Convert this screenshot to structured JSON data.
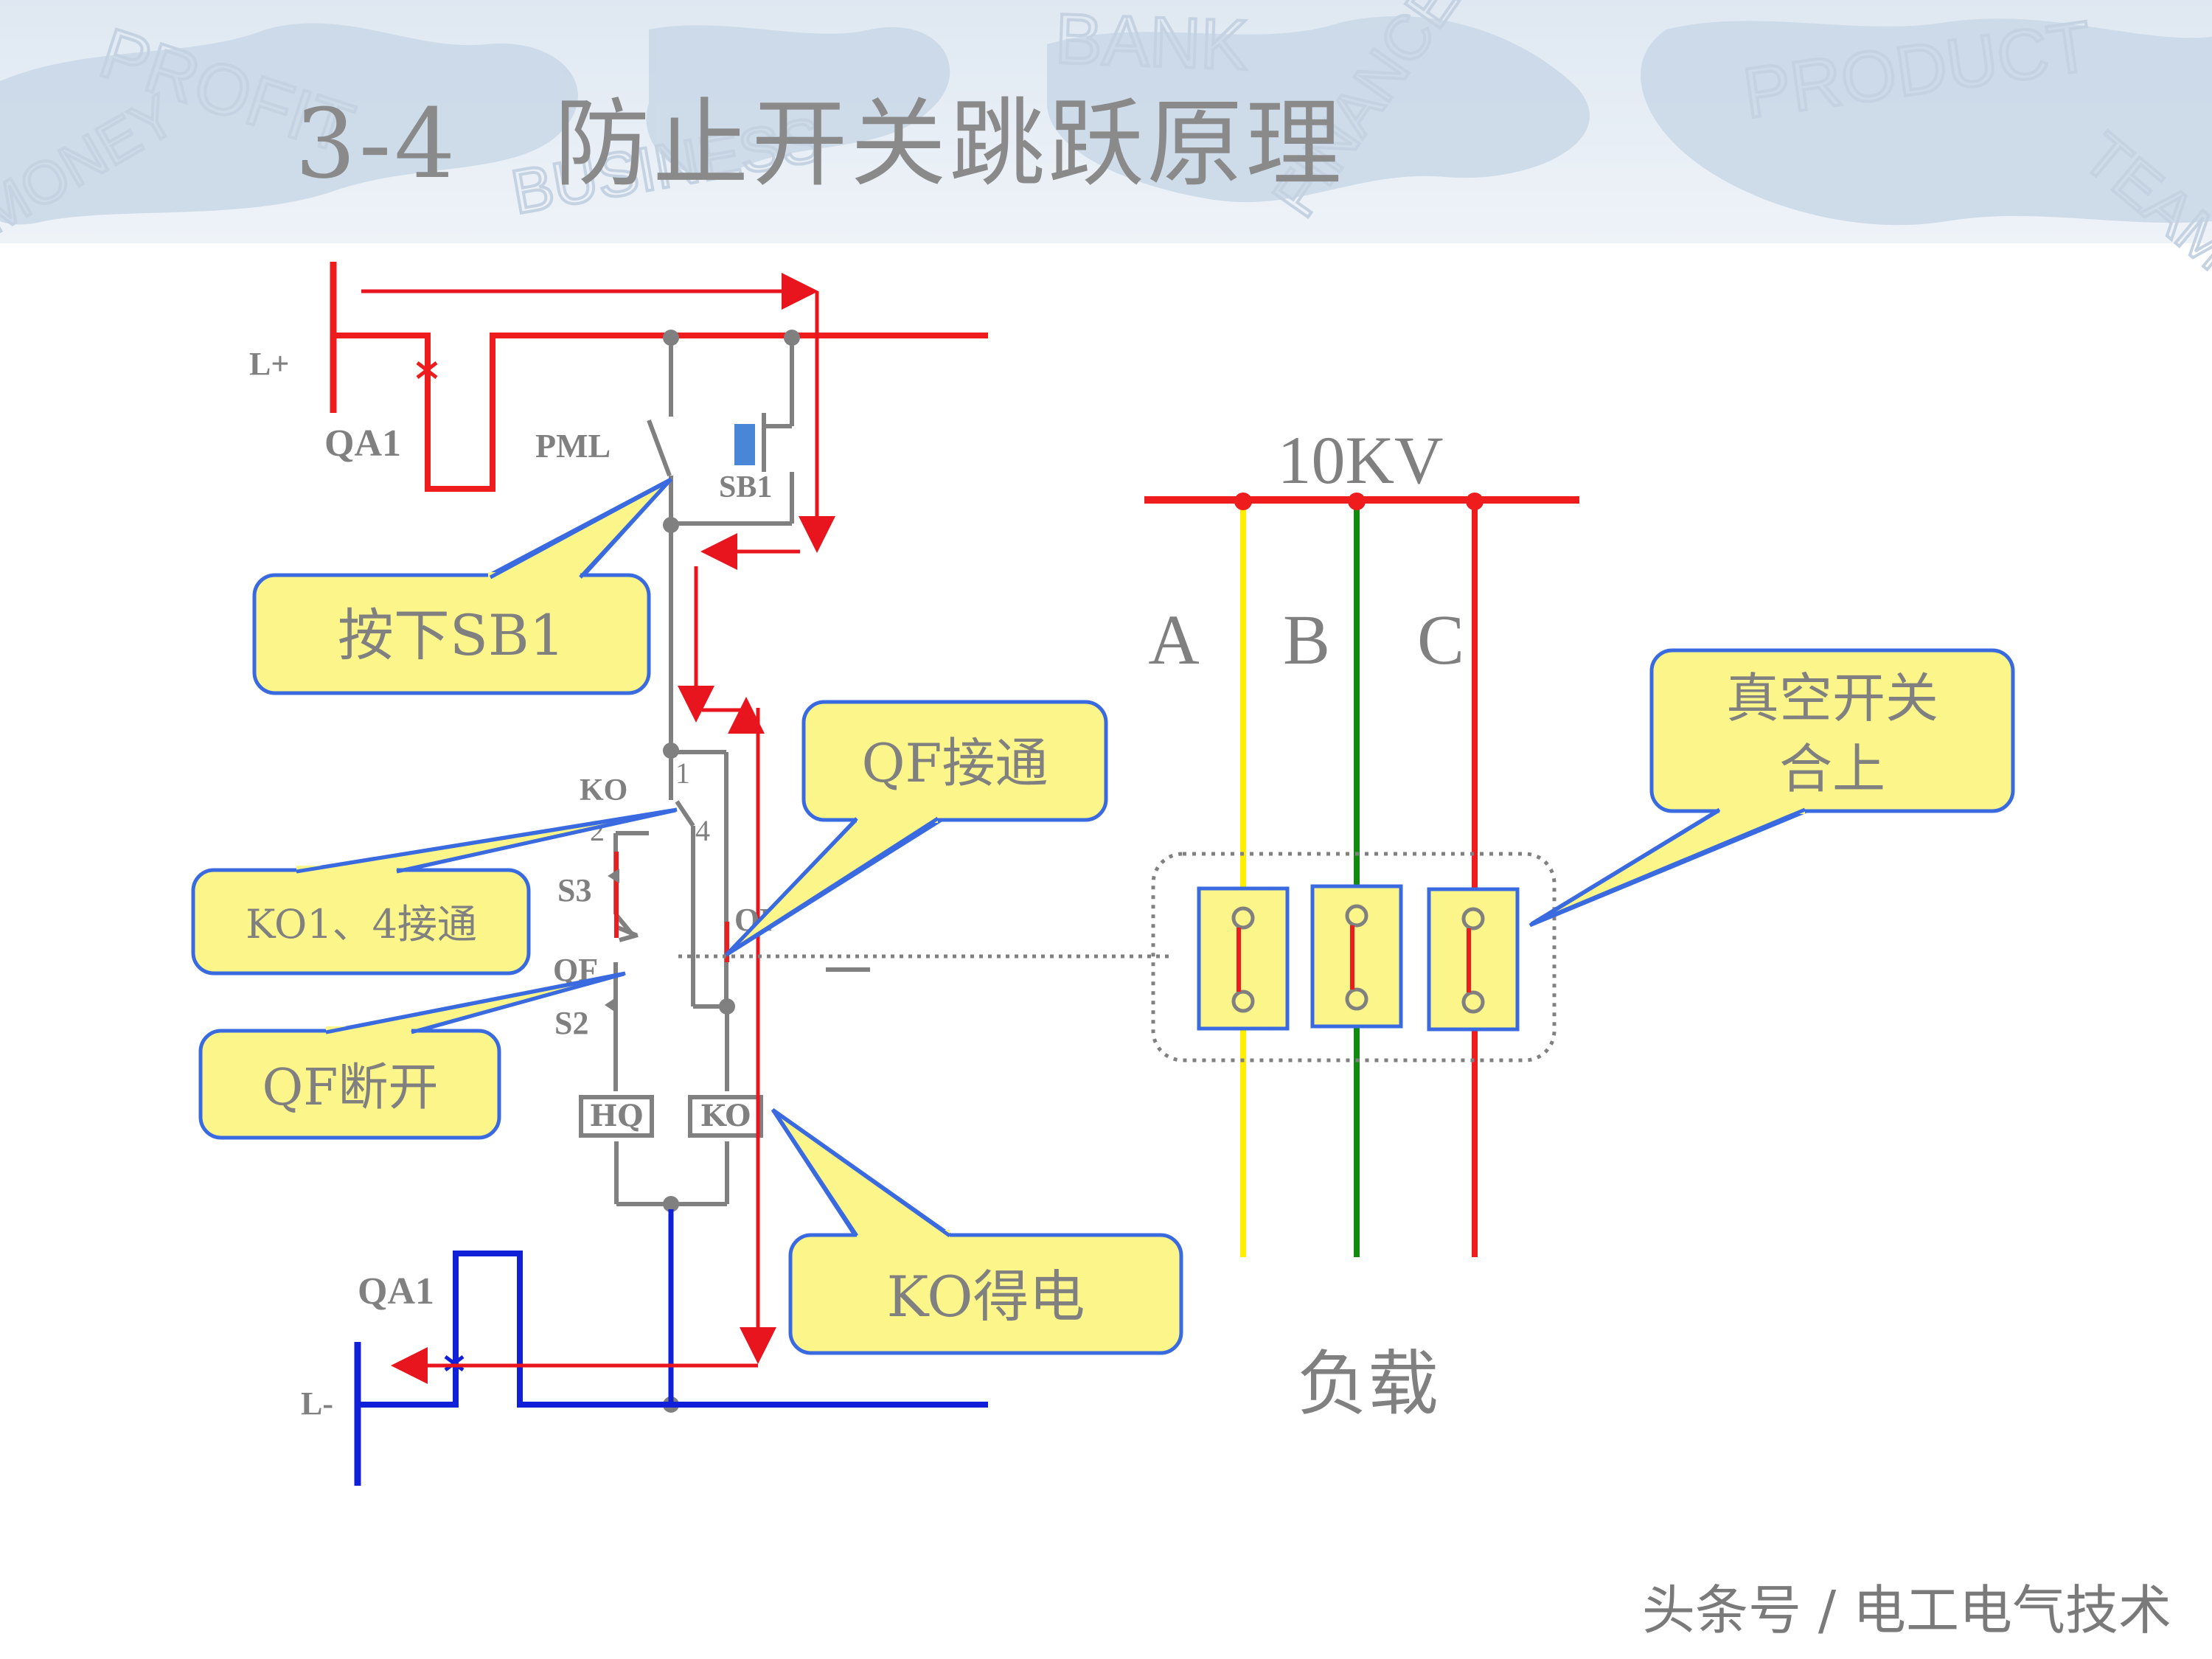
{
  "header": {
    "title_number": "3-4",
    "title_text": "防止开关跳跃原理",
    "watermark_words": [
      "PROFIT",
      "BANK",
      "PRODUCT",
      "MONEY",
      "BUSINESS",
      "FINANCE",
      "TEAM"
    ]
  },
  "circuit_labels": {
    "lplus": "L+",
    "lminus": "L-",
    "qa1_top": "QA1",
    "qa1_bottom": "QA1",
    "pml": "PML",
    "sb1": "SB1",
    "ko": "KO",
    "ko_pin1": "1",
    "ko_pin2": "2",
    "ko_pin4": "4",
    "s3": "S3",
    "s2": "S2",
    "qf_left": "QF",
    "qf_right": "QF",
    "hq_coil": "HQ",
    "ko_coil": "KO"
  },
  "three_phase": {
    "voltage": "10KV",
    "phase_a": "A",
    "phase_b": "B",
    "phase_c": "C",
    "load": "负载"
  },
  "callouts": {
    "press_sb1": "按下SB1",
    "qf_on": "QF接通",
    "ko14_on": "KO1、4接通",
    "qf_off": "QF断开",
    "ko_energized": "KO得电",
    "vacuum_line1": "真空开关",
    "vacuum_line2": "合上"
  },
  "footer": {
    "source": "头条号 / 电工电气技术"
  },
  "colors": {
    "positive_bus": "#ee1c1c",
    "negative_bus": "#1020d8",
    "wire_gray": "#808080",
    "current_arrow": "#e8141e",
    "phase_a": "#ffee00",
    "phase_b": "#128a12",
    "phase_c": "#ee1c1c",
    "callout_fill": "#fbf58a",
    "callout_border": "#3a6ae0",
    "sb1_button": "#4a86d8"
  }
}
